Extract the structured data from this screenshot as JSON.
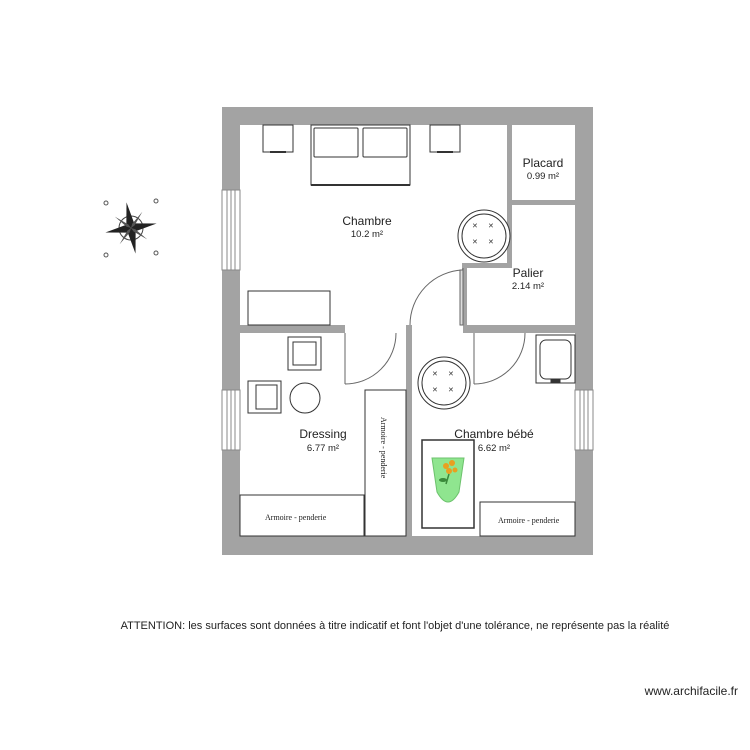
{
  "rooms": {
    "chambre": {
      "name": "Chambre",
      "area": "10.2 m²"
    },
    "placard": {
      "name": "Placard",
      "area": "0.99 m²"
    },
    "palier": {
      "name": "Palier",
      "area": "2.14 m²"
    },
    "dressing": {
      "name": "Dressing",
      "area": "6.77 m²"
    },
    "chambre_bebe": {
      "name": "Chambre bébé",
      "area": "6.62 m²"
    }
  },
  "furniture": {
    "armoire_vertical": "Armoire - penderie",
    "armoire_dressing": "Armoire - penderie",
    "armoire_bebe": "Armoire - penderie"
  },
  "notice": "ATTENTION: les surfaces sont données à titre indicatif et font l'objet d'une tolérance, ne représente pas la réalité",
  "website": "www.archifacile.fr",
  "colors": {
    "wall": "#a3a3a3",
    "furniture_stroke": "#333333",
    "mat_fill": "#8fe58f",
    "flower": "#e8a020"
  },
  "icons": {
    "compass": "compass-rose-icon"
  }
}
